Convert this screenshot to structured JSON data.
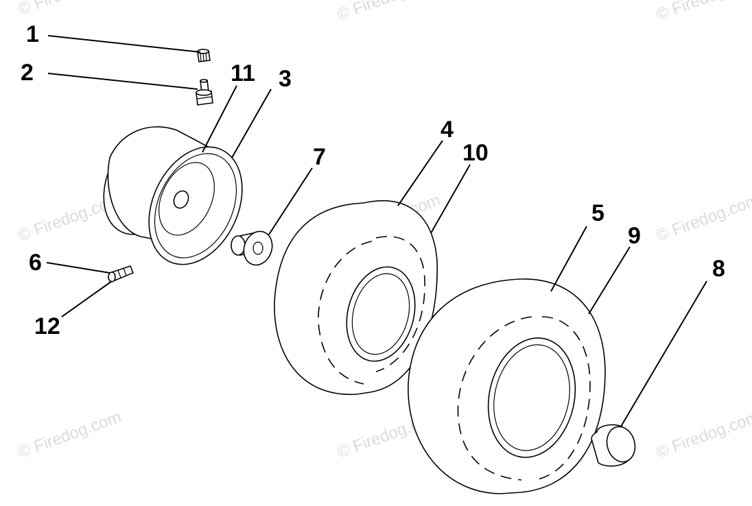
{
  "watermark_text": "© Firedog.com",
  "callouts": [
    {
      "id": "1",
      "label": "1"
    },
    {
      "id": "2",
      "label": "2"
    },
    {
      "id": "3",
      "label": "3"
    },
    {
      "id": "4",
      "label": "4"
    },
    {
      "id": "5",
      "label": "5"
    },
    {
      "id": "6",
      "label": "6"
    },
    {
      "id": "7",
      "label": "7"
    },
    {
      "id": "8",
      "label": "8"
    },
    {
      "id": "9",
      "label": "9"
    },
    {
      "id": "10",
      "label": "10"
    },
    {
      "id": "11",
      "label": "11"
    },
    {
      "id": "12",
      "label": "12"
    }
  ]
}
